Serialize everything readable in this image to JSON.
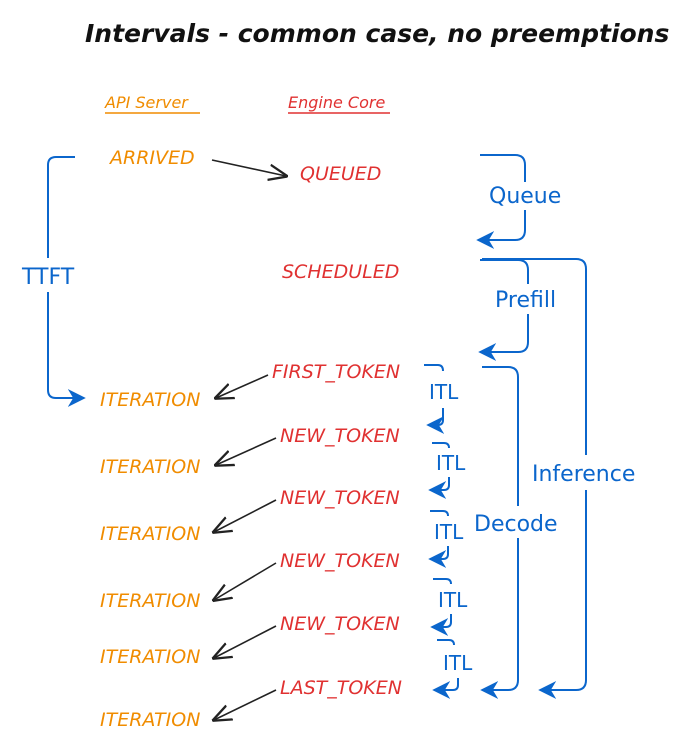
{
  "title": "Intervals - common case, no preemptions",
  "columns": {
    "api_server": "API Server",
    "engine_core": "Engine Core"
  },
  "api_states": [
    "ARRIVED",
    "ITERATION",
    "ITERATION",
    "ITERATION",
    "ITERATION",
    "ITERATION",
    "ITERATION"
  ],
  "engine_states": [
    "QUEUED",
    "SCHEDULED",
    "FIRST_TOKEN",
    "NEW_TOKEN",
    "NEW_TOKEN",
    "NEW_TOKEN",
    "NEW_TOKEN",
    "LAST_TOKEN"
  ],
  "intervals": {
    "ttft": "TTFT",
    "queue": "Queue",
    "prefill": "Prefill",
    "decode": "Decode",
    "inference": "Inference",
    "itl": [
      "ITL",
      "ITL",
      "ITL",
      "ITL",
      "ITL"
    ]
  },
  "colors": {
    "api_server": "#f08c00",
    "engine_core": "#e03131",
    "intervals": "#0b66cc",
    "arrows": "#222222"
  }
}
